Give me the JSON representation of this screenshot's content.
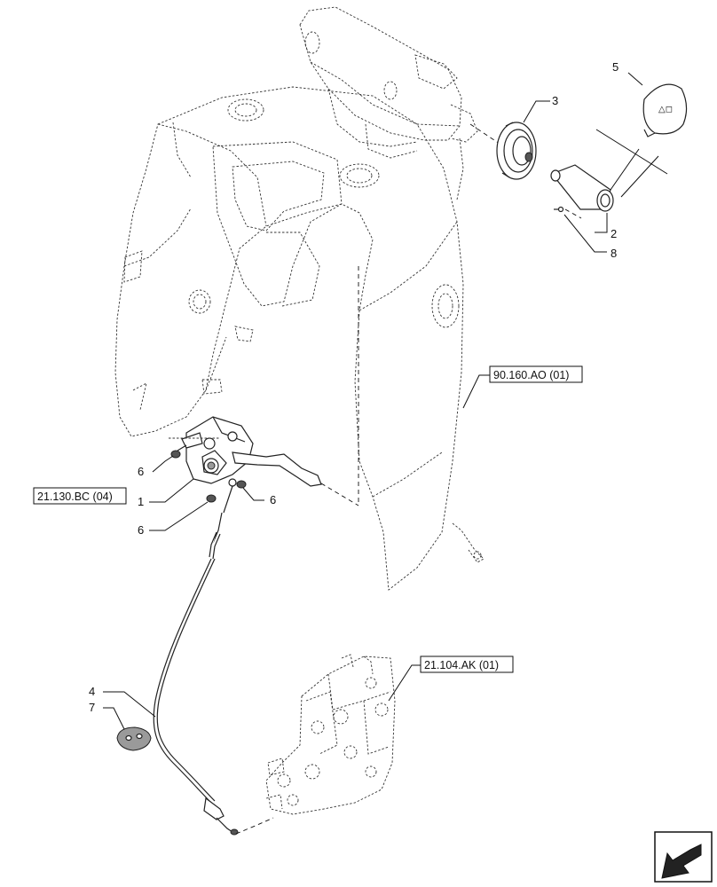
{
  "callouts": {
    "c1": "1",
    "c2": "2",
    "c3": "3",
    "c4": "4",
    "c5": "5",
    "c6a": "6",
    "c6b": "6",
    "c6c": "6",
    "c7": "7",
    "c8": "8"
  },
  "references": {
    "console": "90.160.AO (01)",
    "lever": "21.130.BC (04)",
    "valve": "21.104.AK (01)"
  },
  "icons": {
    "navigation": "arrow-left-down-icon"
  }
}
